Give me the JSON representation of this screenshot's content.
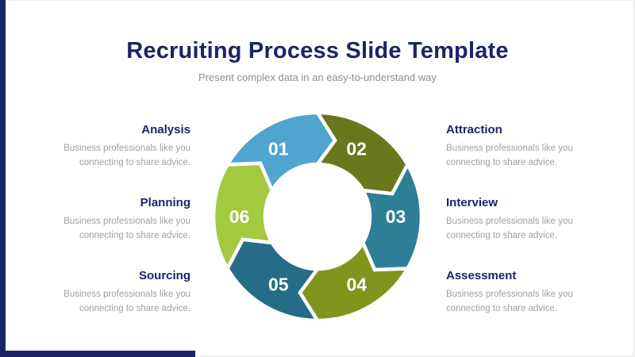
{
  "slide": {
    "title": "Recruiting Process Slide Template",
    "subtitle": "Present complex data in an easy-to-understand way"
  },
  "theme": {
    "navy": "#1b2566",
    "subtitle_gray": "#8e8e8e",
    "body_gray": "#a0a0a0",
    "accent_bar_color": "#1b2566"
  },
  "left_items": [
    {
      "heading": "Analysis",
      "body": "Business professionals like you connecting to share advice."
    },
    {
      "heading": "Planning",
      "body": "Business professionals like you connecting to share advice."
    },
    {
      "heading": "Sourcing",
      "body": "Business professionals like you connecting to share advice."
    }
  ],
  "right_items": [
    {
      "heading": "Attraction",
      "body": "Business professionals like you connecting to share advice."
    },
    {
      "heading": "Interview",
      "body": "Business professionals like you connecting to share advice."
    },
    {
      "heading": "Assessment",
      "body": "Business professionals like you connecting to share advice."
    }
  ],
  "chart_data": {
    "type": "circular-arrow-process",
    "direction": "clockwise",
    "segments": [
      {
        "number": "01",
        "color": "#4fa5ce"
      },
      {
        "number": "02",
        "color": "#6b771c"
      },
      {
        "number": "03",
        "color": "#2e7e96"
      },
      {
        "number": "04",
        "color": "#7f951c"
      },
      {
        "number": "05",
        "color": "#266c87"
      },
      {
        "number": "06",
        "color": "#a3c93f"
      }
    ]
  }
}
